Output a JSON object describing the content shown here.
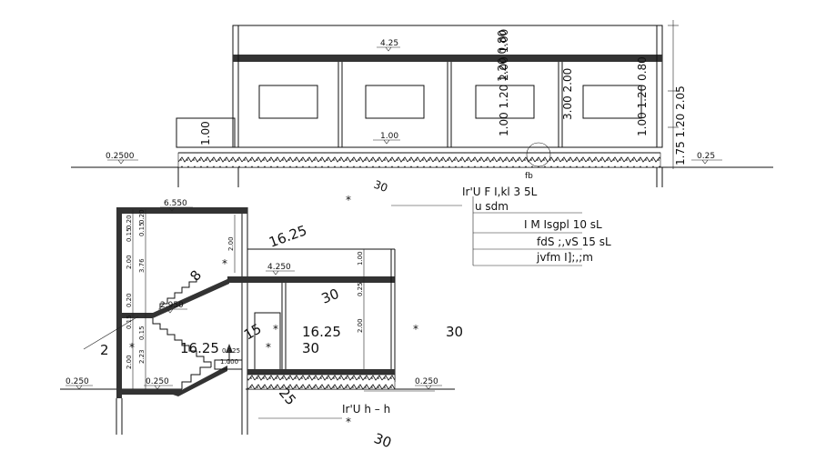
{
  "front_elevation": {
    "level_top": "4.25",
    "level_floor": "1.00",
    "level_left_ground": "0.2500",
    "level_right_ground": "0.25",
    "dim_left_step": "1.00",
    "window_dims": [
      "1.20 0.80",
      "1.00 1.20 2.00 1.00",
      "3.00 2.00",
      "1.00 1.20 0.80"
    ],
    "dim_right_chain": "1.75 1.20 2.05",
    "note_fb": "fb"
  },
  "section": {
    "dim_top_width": "6.550",
    "level_roof": "4.250",
    "level_mid": "2.950",
    "level_stair": "0.325",
    "level_landing": "1.000",
    "level_ground_left": "0.250",
    "level_ground_mid": "0.250",
    "level_ground_right": "0.250",
    "vertical_dims": [
      "0.20",
      "0.15",
      "2.00",
      "3.76",
      "0.20",
      "0.15",
      "2.00",
      "2.23",
      "0.15",
      "2.00",
      "1.00",
      "0.25",
      "2.00",
      "0.20",
      "0.15"
    ],
    "angle_labels": [
      "16.25",
      "8",
      "16.25",
      "30",
      "16.25",
      "2",
      "15",
      "30",
      "30",
      "25",
      "30"
    ]
  },
  "legend": {
    "title": "Ir'U     F I,kl  3  5L",
    "rows": [
      "u sdm",
      "I M  Isgpl   10   sL",
      "fdS  ;,vS   15   sL",
      "jvfm  I];,;m"
    ],
    "bottom_note": "Ir'U  h    –         h",
    "marker": "*"
  }
}
